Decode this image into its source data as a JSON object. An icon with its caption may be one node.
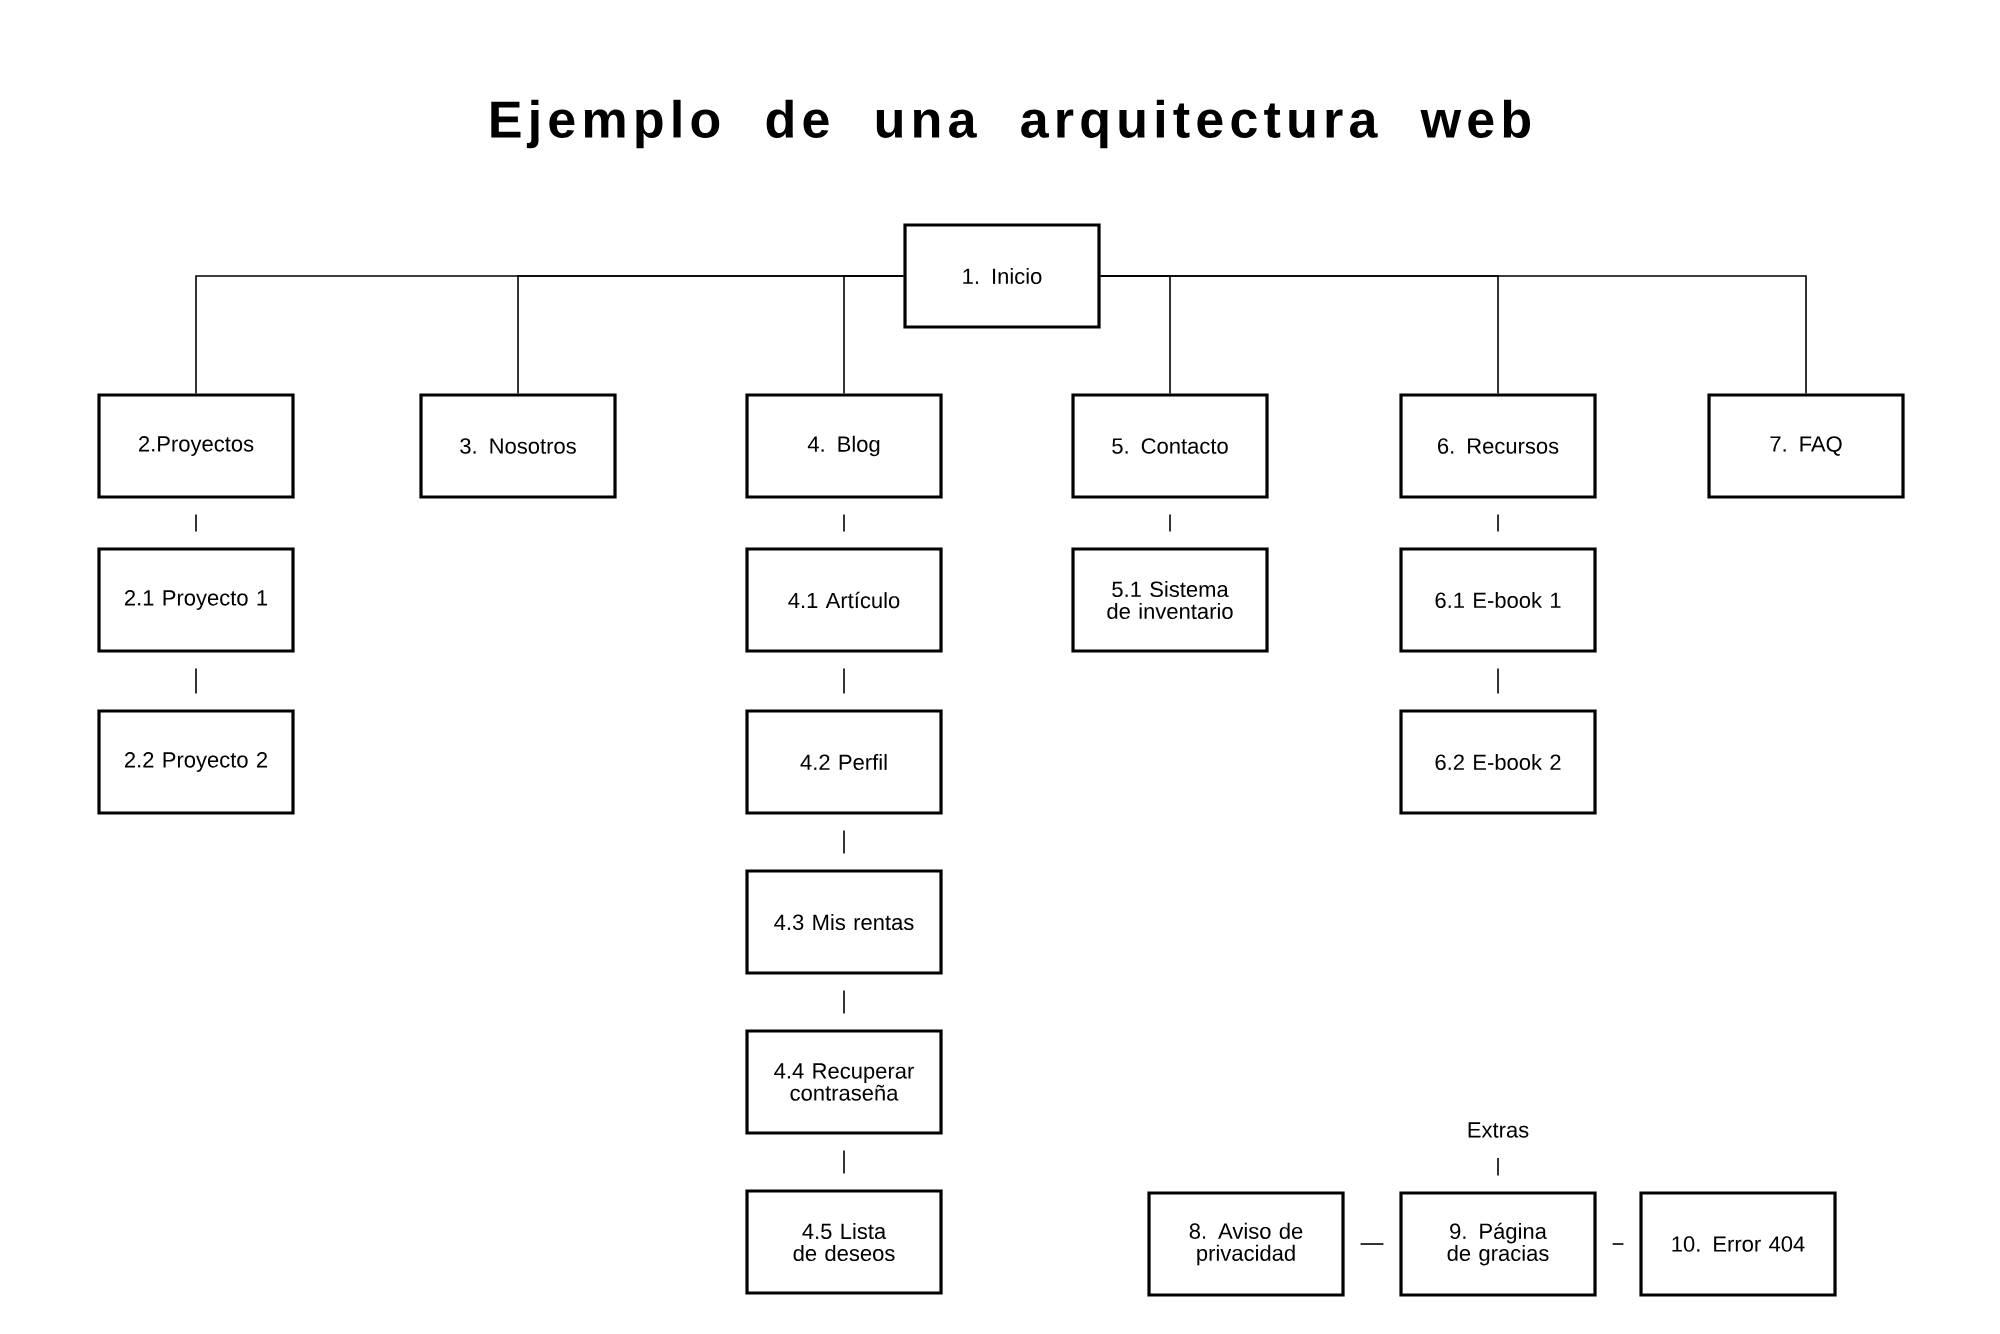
{
  "diagram": {
    "title": "Ejemplo de una arquitectura web",
    "nodes": [
      {
        "text": [
          "1. Inicio"
        ]
      },
      {
        "text": [
          "2.Proyectos"
        ]
      },
      {
        "text": [
          "3. Nosotros"
        ]
      },
      {
        "text": [
          "4. Blog"
        ]
      },
      {
        "text": [
          "5. Contacto"
        ]
      },
      {
        "text": [
          "6. Recursos"
        ]
      },
      {
        "text": [
          "7. FAQ"
        ]
      },
      {
        "text": [
          "2.1 Proyecto 1"
        ]
      },
      {
        "text": [
          "2.2 Proyecto 2"
        ]
      },
      {
        "text": [
          "4.1 Artículo"
        ]
      },
      {
        "text": [
          "4.2 Perfil"
        ]
      },
      {
        "text": [
          "4.3 Mis rentas"
        ]
      },
      {
        "text": [
          "4.4 Recuperar contraseña"
        ]
      },
      {
        "text": [
          "4.5 Lista de deseos"
        ]
      },
      {
        "text": [
          "5.1 Sistema de inventario"
        ]
      },
      {
        "text": [
          "6.1 E-book 1"
        ]
      },
      {
        "text": [
          "6.2 E-book 2"
        ]
      },
      {
        "text": [
          "Extras"
        ]
      },
      {
        "text": [
          "8. Aviso de privacidad"
        ]
      },
      {
        "text": [
          "9. Página de gracias"
        ]
      },
      {
        "text": [
          "10. Error 404"
        ]
      }
    ],
    "edges": [
      {
        "from": 0,
        "to": 1,
        "arrow": "none"
      },
      {
        "from": 0,
        "to": 2,
        "arrow": "none"
      },
      {
        "from": 0,
        "to": 3,
        "arrow": "none"
      },
      {
        "from": 0,
        "to": 4,
        "arrow": "none"
      },
      {
        "from": 0,
        "to": 5,
        "arrow": "none"
      },
      {
        "from": 0,
        "to": 6,
        "arrow": "none"
      },
      {
        "from": 1,
        "to": 7,
        "arrow": "none"
      },
      {
        "from": 7,
        "to": 8,
        "arrow": "none"
      },
      {
        "from": 3,
        "to": 9,
        "arrow": "none"
      },
      {
        "from": 9,
        "to": 10,
        "arrow": "none"
      },
      {
        "from": 10,
        "to": 11,
        "arrow": "none"
      },
      {
        "from": 11,
        "to": 12,
        "arrow": "none"
      },
      {
        "from": 12,
        "to": 13,
        "arrow": "none"
      },
      {
        "from": 4,
        "to": 14,
        "arrow": "none"
      },
      {
        "from": 5,
        "to": 15,
        "arrow": "none"
      },
      {
        "from": 15,
        "to": 16,
        "arrow": "none"
      },
      {
        "from": 17,
        "to": 19,
        "arrow": "none"
      },
      {
        "from": 18,
        "to": 19,
        "arrow": "none"
      },
      {
        "from": 19,
        "to": 20,
        "arrow": "none"
      }
    ]
  }
}
